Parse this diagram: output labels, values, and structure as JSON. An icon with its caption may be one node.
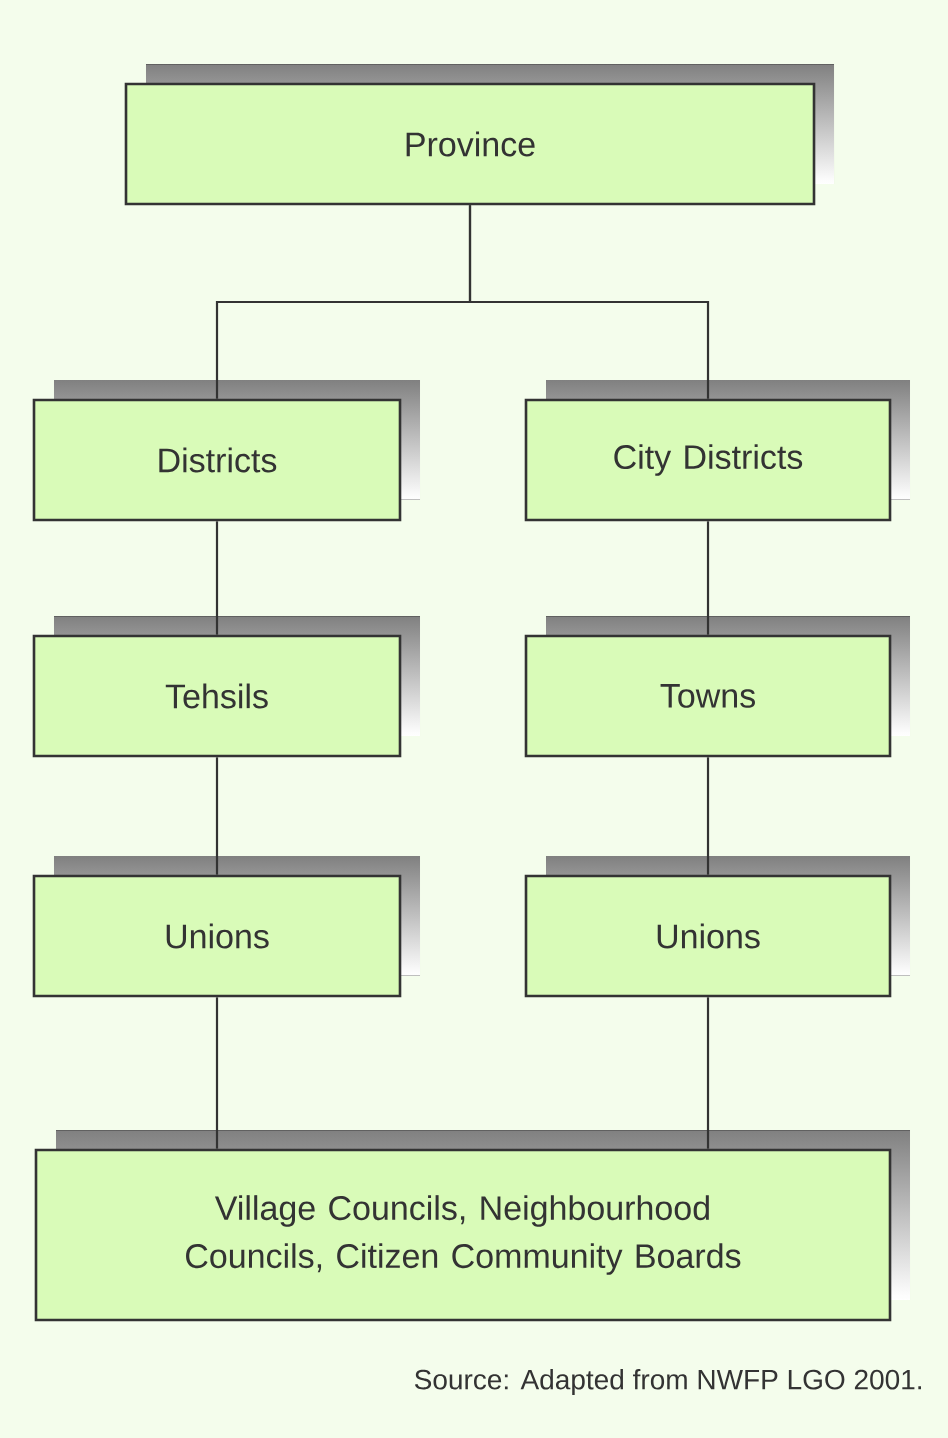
{
  "diagram": {
    "caption": "Source: Adapted from NWFP LGO 2001.",
    "nodes": [
      {
        "text": [
          "Province"
        ]
      },
      {
        "text": [
          "Districts"
        ]
      },
      {
        "text": [
          "City Districts"
        ]
      },
      {
        "text": [
          "Tehsils"
        ]
      },
      {
        "text": [
          "Towns"
        ]
      },
      {
        "text": [
          "Unions"
        ]
      },
      {
        "text": [
          "Unions"
        ]
      },
      {
        "text": [
          "Village Councils, Neighbourhood Councils, Citizen Community Boards"
        ]
      }
    ],
    "edges": [
      {
        "from": 0,
        "to": 1,
        "arrow": "none"
      },
      {
        "from": 0,
        "to": 2,
        "arrow": "none"
      },
      {
        "from": 1,
        "to": 3,
        "arrow": "none"
      },
      {
        "from": 2,
        "to": 4,
        "arrow": "none"
      },
      {
        "from": 3,
        "to": 5,
        "arrow": "none"
      },
      {
        "from": 4,
        "to": 6,
        "arrow": "none"
      },
      {
        "from": 5,
        "to": 7,
        "arrow": "none"
      },
      {
        "from": 6,
        "to": 7,
        "arrow": "none"
      }
    ]
  }
}
